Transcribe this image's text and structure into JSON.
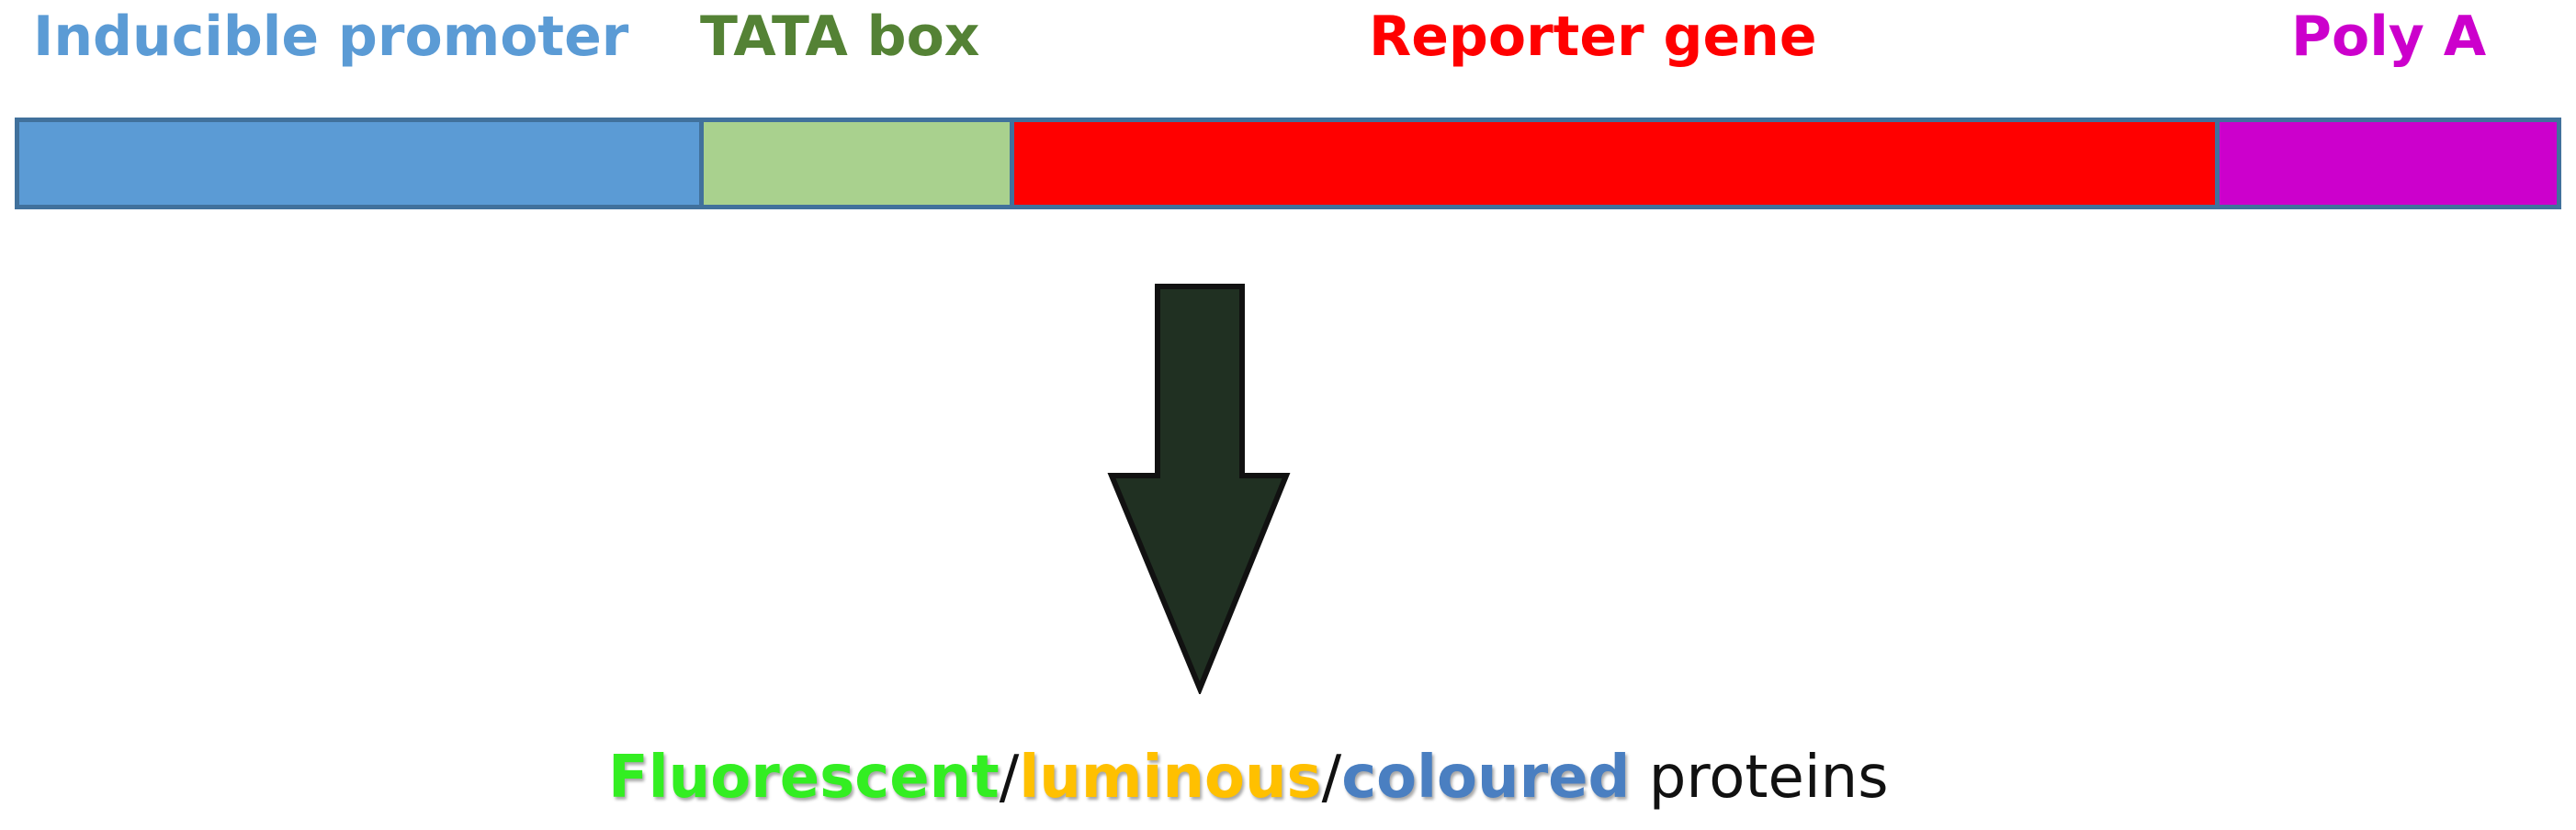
{
  "colors": {
    "promoter": "#5b9bd5",
    "promoter_label": "#5b9bd5",
    "tata": "#a9d18e",
    "tata_label": "#548235",
    "reporter": "#ff0000",
    "reporter_label": "#ff0000",
    "polya": "#cc00cc",
    "polya_label": "#cc00cc",
    "outline": "#41719c",
    "arrow_fill": "#203022",
    "fluorescent": "#33ee22",
    "luminous": "#ffc000",
    "coloured": "#4a7fc1"
  },
  "construct": {
    "segments": [
      {
        "id": "promoter",
        "label": "Inducible promoter"
      },
      {
        "id": "tata",
        "label": "TATA box"
      },
      {
        "id": "reporter",
        "label": "Reporter gene"
      },
      {
        "id": "polya",
        "label": "Poly A"
      }
    ]
  },
  "icons": {
    "arrow": "down-arrow-icon"
  },
  "caption": {
    "word1": "Fluorescent",
    "sep1": "/",
    "word2": "luminous",
    "sep2": "/",
    "word3": "coloured",
    "rest": " proteins"
  }
}
